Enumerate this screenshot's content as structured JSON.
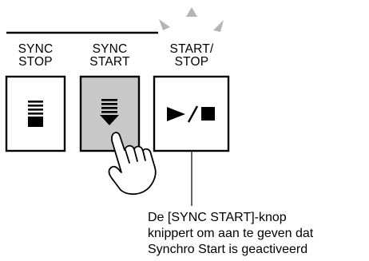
{
  "buttons": [
    {
      "label_line1": "SYNC",
      "label_line2": "STOP",
      "icon": "sync-stop-icon",
      "state": "normal"
    },
    {
      "label_line1": "SYNC",
      "label_line2": "START",
      "icon": "sync-start-icon",
      "state": "pressed-flashing"
    },
    {
      "label_line1": "START/",
      "label_line2": "STOP",
      "icon": "play-stop-icon",
      "state": "lit"
    }
  ],
  "caption": {
    "line1": "De [SYNC START]-knop",
    "line2": "knippert om aan te geven dat",
    "line3": "Synchro Start is geactiveerd"
  },
  "colors": {
    "pressed_fill": "#c8c8c8",
    "ray_fill": "#b4b4b4",
    "line": "#000000",
    "background": "#ffffff"
  }
}
